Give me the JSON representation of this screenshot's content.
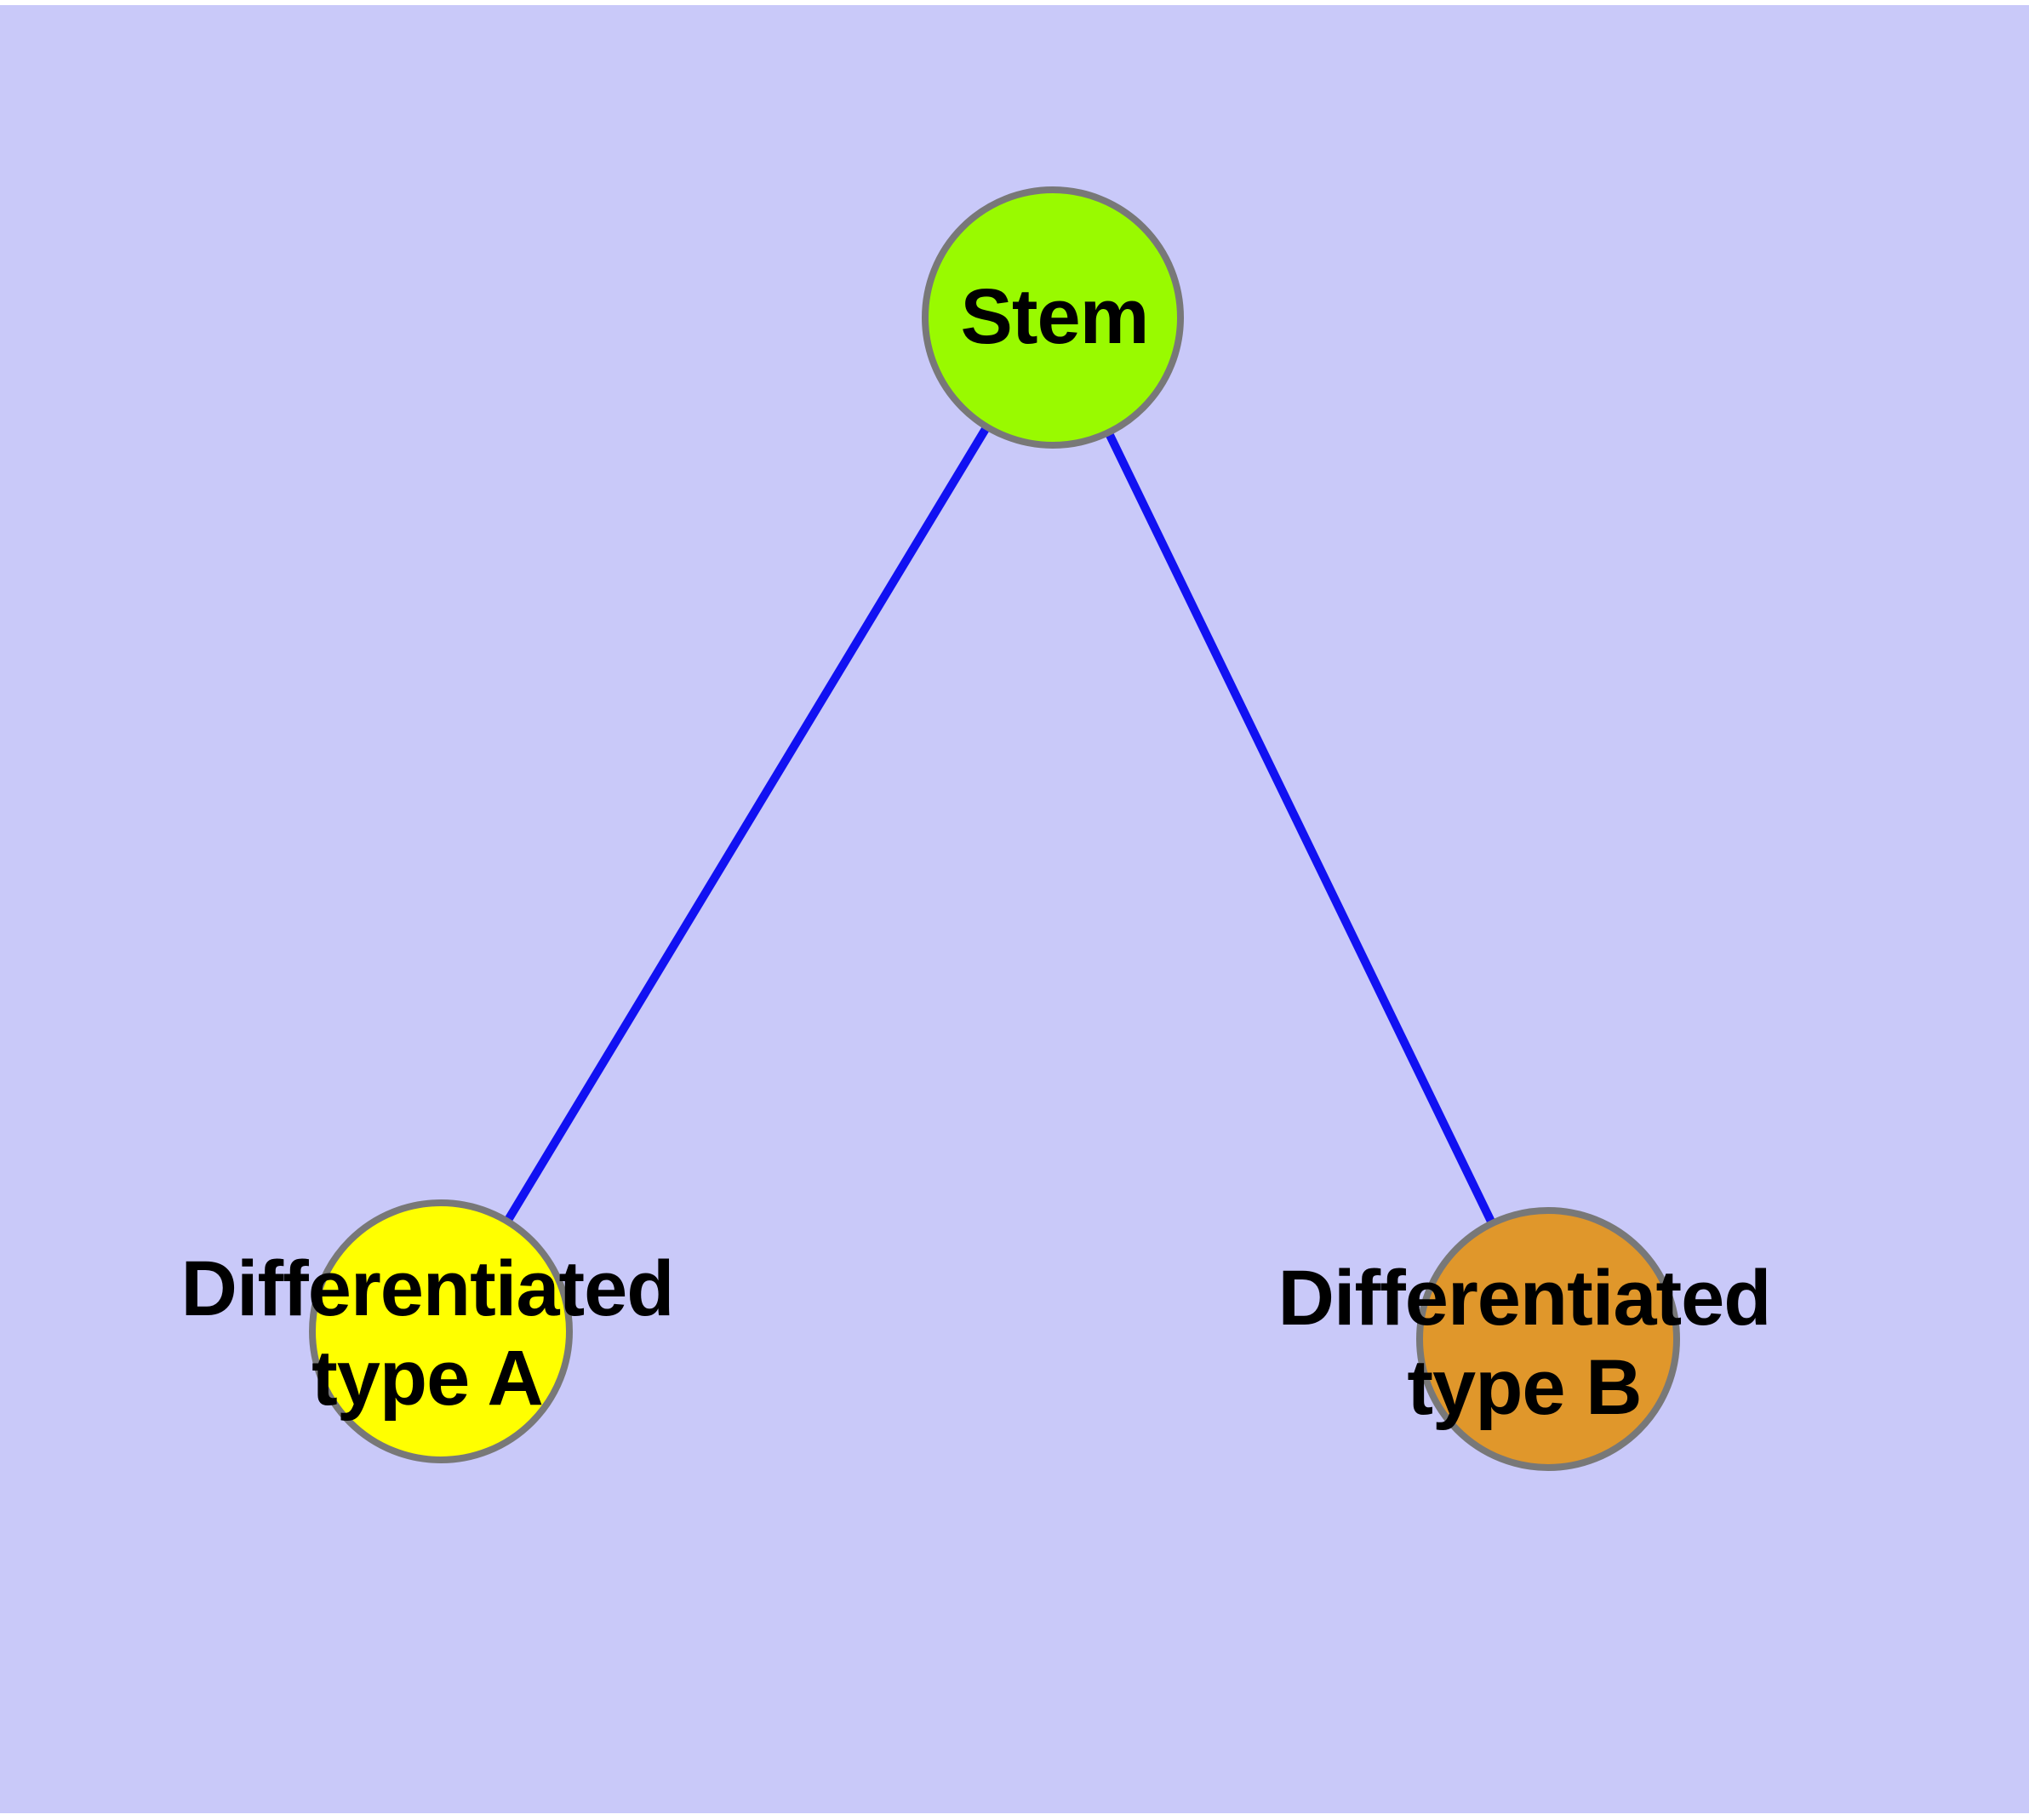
{
  "diagram": {
    "background_color": "#c9c9f9",
    "page_margin_color": "#ffffff",
    "edge_color": "#1111f2",
    "node_border_color": "#787878",
    "text_color": "#000000",
    "nodes": [
      {
        "id": "stem",
        "lines": [
          "Stem"
        ],
        "fill": "#99fa00"
      },
      {
        "id": "differentiated-type-a",
        "lines": [
          "Differentiated",
          "type A"
        ],
        "fill": "#ffff00"
      },
      {
        "id": "differentiated-type-b",
        "lines": [
          "Differentiated",
          "type B"
        ],
        "fill": "#e0972b"
      }
    ],
    "edges": [
      {
        "from": "stem",
        "to": "differentiated-type-a"
      },
      {
        "from": "stem",
        "to": "differentiated-type-b"
      }
    ]
  }
}
